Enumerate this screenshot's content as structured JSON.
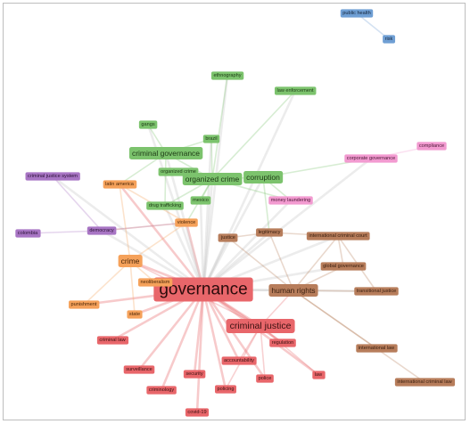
{
  "colors": {
    "red": "#e8666a",
    "red_dark": "#d9534f",
    "green": "#7cc36d",
    "orange": "#f5a15a",
    "purple": "#a875c4",
    "brown": "#b77d5b",
    "pink": "#f29ad0",
    "blue": "#6f9fd4"
  },
  "nodes": [
    {
      "id": "governance",
      "label": "governance",
      "group": "red",
      "size": "xl"
    },
    {
      "id": "criminal_justice",
      "label": "criminal justice",
      "group": "red",
      "size": "l"
    },
    {
      "id": "regulation",
      "label": "regulation",
      "group": "red",
      "size": "s"
    },
    {
      "id": "accountability",
      "label": "accountability",
      "group": "red",
      "size": "s"
    },
    {
      "id": "law",
      "label": "law",
      "group": "red",
      "size": "s"
    },
    {
      "id": "police",
      "label": "police",
      "group": "red",
      "size": "s"
    },
    {
      "id": "policing",
      "label": "policing",
      "group": "red",
      "size": "s"
    },
    {
      "id": "security",
      "label": "security",
      "group": "red",
      "size": "s"
    },
    {
      "id": "surveillance",
      "label": "surveillance",
      "group": "red",
      "size": "s"
    },
    {
      "id": "criminal_law",
      "label": "criminal law",
      "group": "red",
      "size": "s"
    },
    {
      "id": "criminology",
      "label": "criminology",
      "group": "red",
      "size": "s"
    },
    {
      "id": "covid19",
      "label": "covid-19",
      "group": "red",
      "size": "s"
    },
    {
      "id": "ethnography",
      "label": "ethnography",
      "group": "green",
      "size": "s"
    },
    {
      "id": "law_enforcement",
      "label": "law enforcement",
      "group": "green",
      "size": "s"
    },
    {
      "id": "gangs",
      "label": "gangs",
      "group": "green",
      "size": "s"
    },
    {
      "id": "brazil",
      "label": "brazil",
      "group": "green",
      "size": "s"
    },
    {
      "id": "criminal_governance",
      "label": "criminal governance",
      "group": "green",
      "size": "m"
    },
    {
      "id": "organized_crime_small",
      "label": "organized crime",
      "group": "green",
      "size": "s"
    },
    {
      "id": "organized_crime",
      "label": "organized crime",
      "group": "green",
      "size": "m"
    },
    {
      "id": "corruption",
      "label": "corruption",
      "group": "green",
      "size": "m"
    },
    {
      "id": "drug_trafficking",
      "label": "drug trafficking",
      "group": "green",
      "size": "s"
    },
    {
      "id": "mexico",
      "label": "mexico",
      "group": "green",
      "size": "s"
    },
    {
      "id": "latin_america",
      "label": "latin america",
      "group": "orange",
      "size": "s"
    },
    {
      "id": "violence",
      "label": "violence",
      "group": "orange",
      "size": "s"
    },
    {
      "id": "crime",
      "label": "crime",
      "group": "orange",
      "size": "m"
    },
    {
      "id": "neoliberalism",
      "label": "neoliberalism",
      "group": "orange",
      "size": "s"
    },
    {
      "id": "punishment",
      "label": "punishment",
      "group": "orange",
      "size": "s"
    },
    {
      "id": "state",
      "label": "state",
      "group": "orange",
      "size": "s"
    },
    {
      "id": "criminal_justice_system",
      "label": "criminal justice system",
      "group": "purple",
      "size": "s"
    },
    {
      "id": "democracy",
      "label": "democracy",
      "group": "purple",
      "size": "s"
    },
    {
      "id": "colombia",
      "label": "colombia",
      "group": "purple",
      "size": "s"
    },
    {
      "id": "justice",
      "label": "justice",
      "group": "brown",
      "size": "s"
    },
    {
      "id": "legitimacy",
      "label": "legitimacy",
      "group": "brown",
      "size": "s"
    },
    {
      "id": "international_criminal_court",
      "label": "international criminal court",
      "group": "brown",
      "size": "s"
    },
    {
      "id": "global_governance",
      "label": "global governance",
      "group": "brown",
      "size": "s"
    },
    {
      "id": "human_rights",
      "label": "human rights",
      "group": "brown",
      "size": "m"
    },
    {
      "id": "transitional_justice",
      "label": "transitional justice",
      "group": "brown",
      "size": "s"
    },
    {
      "id": "international_law",
      "label": "international law",
      "group": "brown",
      "size": "s"
    },
    {
      "id": "international_criminal_law",
      "label": "international criminal law",
      "group": "brown",
      "size": "s"
    },
    {
      "id": "money_laundering",
      "label": "money laundering",
      "group": "pink",
      "size": "s"
    },
    {
      "id": "corporate_governance",
      "label": "corporate governance",
      "group": "pink",
      "size": "s"
    },
    {
      "id": "compliance",
      "label": "compliance",
      "group": "pink",
      "size": "s"
    },
    {
      "id": "public_health",
      "label": "public health",
      "group": "blue",
      "size": "s"
    },
    {
      "id": "risk",
      "label": "risk",
      "group": "blue",
      "size": "s"
    }
  ],
  "edges": [
    [
      "governance",
      "criminal_justice"
    ],
    [
      "governance",
      "regulation"
    ],
    [
      "governance",
      "accountability"
    ],
    [
      "governance",
      "law"
    ],
    [
      "governance",
      "police"
    ],
    [
      "governance",
      "policing"
    ],
    [
      "governance",
      "security"
    ],
    [
      "governance",
      "surveillance"
    ],
    [
      "governance",
      "criminal_law"
    ],
    [
      "governance",
      "criminology"
    ],
    [
      "governance",
      "covid19"
    ],
    [
      "governance",
      "crime"
    ],
    [
      "governance",
      "violence"
    ],
    [
      "governance",
      "neoliberalism"
    ],
    [
      "governance",
      "punishment"
    ],
    [
      "governance",
      "state"
    ],
    [
      "governance",
      "democracy"
    ],
    [
      "governance",
      "justice"
    ],
    [
      "governance",
      "legitimacy"
    ],
    [
      "governance",
      "human_rights"
    ],
    [
      "governance",
      "organized_crime"
    ],
    [
      "governance",
      "criminal_governance"
    ],
    [
      "governance",
      "corruption"
    ],
    [
      "governance",
      "brazil"
    ],
    [
      "governance",
      "mexico"
    ],
    [
      "governance",
      "drug_trafficking"
    ],
    [
      "governance",
      "gangs"
    ],
    [
      "governance",
      "ethnography"
    ],
    [
      "governance",
      "law_enforcement"
    ],
    [
      "governance",
      "latin_america"
    ],
    [
      "governance",
      "money_laundering"
    ],
    [
      "governance",
      "global_governance"
    ],
    [
      "governance",
      "international_criminal_court"
    ],
    [
      "governance",
      "transitional_justice"
    ],
    [
      "governance",
      "corporate_governance"
    ],
    [
      "governance",
      "criminal_justice_system"
    ],
    [
      "criminal_justice",
      "regulation"
    ],
    [
      "criminal_justice",
      "policing"
    ],
    [
      "criminal_justice",
      "police"
    ],
    [
      "criminal_justice",
      "accountability"
    ],
    [
      "criminal_justice",
      "law"
    ],
    [
      "criminal_justice",
      "crime"
    ],
    [
      "criminal_justice",
      "human_rights"
    ],
    [
      "criminal_governance",
      "organized_crime"
    ],
    [
      "criminal_governance",
      "gangs"
    ],
    [
      "criminal_governance",
      "brazil"
    ],
    [
      "criminal_governance",
      "drug_trafficking"
    ],
    [
      "criminal_governance",
      "latin_america"
    ],
    [
      "organized_crime",
      "corruption"
    ],
    [
      "organized_crime",
      "organized_crime_small"
    ],
    [
      "organized_crime",
      "mexico"
    ],
    [
      "organized_crime",
      "brazil"
    ],
    [
      "organized_crime",
      "drug_trafficking"
    ],
    [
      "organized_crime",
      "violence"
    ],
    [
      "organized_crime",
      "ethnography"
    ],
    [
      "organized_crime",
      "law_enforcement"
    ],
    [
      "organized_crime",
      "money_laundering"
    ],
    [
      "corruption",
      "money_laundering"
    ],
    [
      "corruption",
      "corporate_governance"
    ],
    [
      "corruption",
      "legitimacy"
    ],
    [
      "latin_america",
      "violence"
    ],
    [
      "latin_america",
      "crime"
    ],
    [
      "violence",
      "crime"
    ],
    [
      "violence",
      "democracy"
    ],
    [
      "crime",
      "punishment"
    ],
    [
      "crime",
      "state"
    ],
    [
      "crime",
      "neoliberalism"
    ],
    [
      "democracy",
      "colombia"
    ],
    [
      "democracy",
      "criminal_justice_system"
    ],
    [
      "democracy",
      "violence"
    ],
    [
      "human_rights",
      "transitional_justice"
    ],
    [
      "human_rights",
      "global_governance"
    ],
    [
      "human_rights",
      "international_criminal_court"
    ],
    [
      "human_rights",
      "international_law"
    ],
    [
      "human_rights",
      "legitimacy"
    ],
    [
      "human_rights",
      "international_criminal_law"
    ],
    [
      "human_rights",
      "justice"
    ],
    [
      "international_criminal_court",
      "global_governance"
    ],
    [
      "international_criminal_court",
      "legitimacy"
    ],
    [
      "international_criminal_court",
      "transitional_justice"
    ],
    [
      "legitimacy",
      "justice"
    ],
    [
      "corporate_governance",
      "compliance"
    ],
    [
      "public_health",
      "risk"
    ]
  ]
}
